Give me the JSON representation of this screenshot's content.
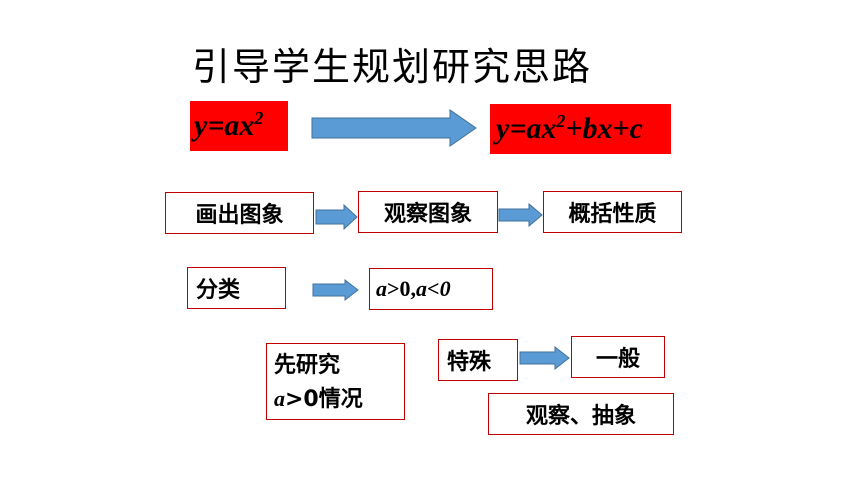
{
  "title": "引导学生规划研究思路",
  "formula_left": {
    "base": "y=ax",
    "exp": "2"
  },
  "formula_right": {
    "base": "y=ax",
    "exp": "2",
    "rest": "+bx+c"
  },
  "flow1": [
    "画出图象",
    "观察图象",
    "概括性质"
  ],
  "classify": {
    "label": "分类",
    "cases": {
      "a1": "a",
      "rest1": ">0,",
      "a2": "a",
      "rest2": "<0"
    }
  },
  "first_study": {
    "line1": "先研究",
    "var": "a",
    "rest": ">0情况"
  },
  "special": "特殊",
  "general": "一般",
  "observe_abstract": "观察、抽象",
  "colors": {
    "red": "#ff0000",
    "border": "#c00000",
    "arrow_fill": "#5b9bd5",
    "arrow_stroke": "#41719c"
  }
}
